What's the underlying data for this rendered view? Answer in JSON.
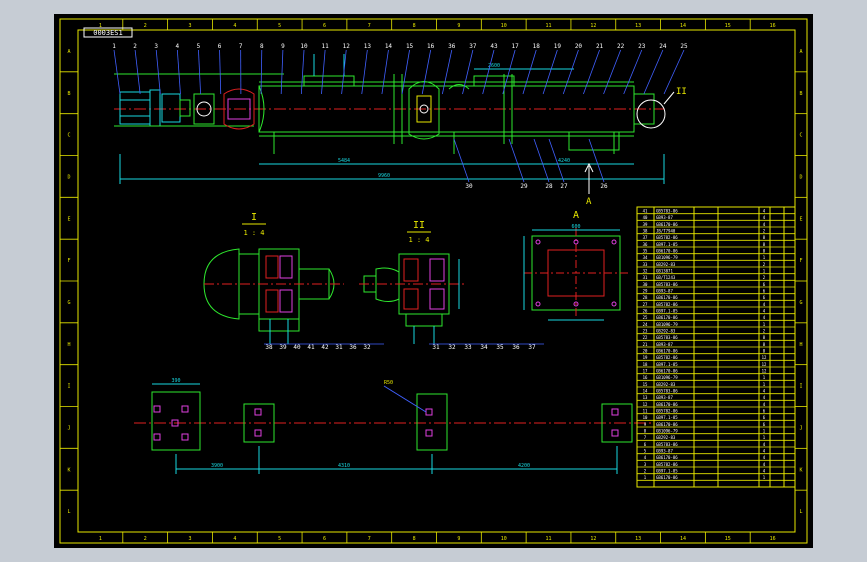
{
  "drawing": {
    "drawing_no": "0003ES1",
    "border_columns": [
      "1",
      "2",
      "3",
      "4",
      "5",
      "6",
      "7",
      "8",
      "9",
      "10",
      "11",
      "12",
      "13",
      "14",
      "15",
      "16"
    ],
    "border_rows": [
      "A",
      "B",
      "C",
      "D",
      "E",
      "F",
      "G",
      "H",
      "I",
      "J",
      "K",
      "L"
    ],
    "top_part_numbers": [
      "1",
      "2",
      "3",
      "4",
      "5",
      "6",
      "7",
      "8",
      "9",
      "10",
      "11",
      "12",
      "13",
      "14",
      "15",
      "16",
      "36",
      "37",
      "43",
      "17",
      "18",
      "19",
      "20",
      "21",
      "22",
      "23",
      "24",
      "25"
    ],
    "bottom_part_numbers": [
      "30",
      "29",
      "28",
      "27",
      "26"
    ],
    "detail_I_numbers": [
      "38",
      "39",
      "40",
      "41",
      "42",
      "31",
      "36",
      "32"
    ],
    "detail_II_numbers": [
      "31",
      "32",
      "33",
      "34",
      "35",
      "36",
      "37"
    ],
    "view_labels": {
      "detail_I": "I",
      "detail_I_scale": "1 : 4",
      "detail_II": "II",
      "detail_II_scale": "1 : 4",
      "view_A": "A",
      "arrow_A": "A",
      "callout_II": "II"
    },
    "dimensions": {
      "overall_length": "9960",
      "sub_length_1": "5484",
      "sub_length_2": "4240",
      "sub_length_3": "2600",
      "foot_spacing_1": "3900",
      "foot_spacing_2": "4310",
      "foot_spacing_3": "4200",
      "foot_width": "390",
      "flange_width": "600",
      "foot_note": "R50"
    },
    "title_block_rows": [
      {
        "no": "41",
        "name": "GB5783-86",
        "qty": "4"
      },
      {
        "no": "40",
        "name": "GB93-87",
        "qty": "4"
      },
      {
        "no": "39",
        "name": "GB6170-86",
        "qty": "4"
      },
      {
        "no": "38",
        "name": "JB/T7940",
        "qty": "2"
      },
      {
        "no": "37",
        "name": "GB5782-86",
        "qty": "8"
      },
      {
        "no": "36",
        "name": "GB97.1-85",
        "qty": "8"
      },
      {
        "no": "35",
        "name": "GB6170-86",
        "qty": "8"
      },
      {
        "no": "34",
        "name": "GB1096-79",
        "qty": "1"
      },
      {
        "no": "33",
        "name": "GB292-83",
        "qty": "2"
      },
      {
        "no": "32",
        "name": "GB13871",
        "qty": "1"
      },
      {
        "no": "31",
        "name": "GB/T1243",
        "qty": "2"
      },
      {
        "no": "30",
        "name": "GB5783-86",
        "qty": "6"
      },
      {
        "no": "29",
        "name": "GB93-87",
        "qty": "6"
      },
      {
        "no": "28",
        "name": "GB6170-86",
        "qty": "6"
      },
      {
        "no": "27",
        "name": "GB5782-86",
        "qty": "4"
      },
      {
        "no": "26",
        "name": "GB97.1-85",
        "qty": "4"
      },
      {
        "no": "25",
        "name": "GB6170-86",
        "qty": "4"
      },
      {
        "no": "24",
        "name": "GB1096-79",
        "qty": "1"
      },
      {
        "no": "23",
        "name": "GB292-83",
        "qty": "2"
      },
      {
        "no": "22",
        "name": "GB5783-86",
        "qty": "8"
      },
      {
        "no": "21",
        "name": "GB93-87",
        "qty": "8"
      },
      {
        "no": "20",
        "name": "GB6170-86",
        "qty": "8"
      },
      {
        "no": "19",
        "name": "GB5782-86",
        "qty": "12"
      },
      {
        "no": "18",
        "name": "GB97.1-85",
        "qty": "12"
      },
      {
        "no": "17",
        "name": "GB6170-86",
        "qty": "12"
      },
      {
        "no": "16",
        "name": "GB1096-79",
        "qty": "1"
      },
      {
        "no": "15",
        "name": "GB292-83",
        "qty": "1"
      },
      {
        "no": "14",
        "name": "GB5783-86",
        "qty": "4"
      },
      {
        "no": "13",
        "name": "GB93-87",
        "qty": "4"
      },
      {
        "no": "12",
        "name": "GB6170-86",
        "qty": "4"
      },
      {
        "no": "11",
        "name": "GB5782-86",
        "qty": "6"
      },
      {
        "no": "10",
        "name": "GB97.1-85",
        "qty": "6"
      },
      {
        "no": "9",
        "name": "GB6170-86",
        "qty": "6"
      },
      {
        "no": "8",
        "name": "GB1096-79",
        "qty": "1"
      },
      {
        "no": "7",
        "name": "GB292-83",
        "qty": "1"
      },
      {
        "no": "6",
        "name": "GB5783-86",
        "qty": "4"
      },
      {
        "no": "5",
        "name": "GB93-87",
        "qty": "4"
      },
      {
        "no": "4",
        "name": "GB6170-86",
        "qty": "4"
      },
      {
        "no": "3",
        "name": "GB5782-86",
        "qty": "4"
      },
      {
        "no": "2",
        "name": "GB97.1-85",
        "qty": "4"
      },
      {
        "no": "1",
        "name": "GB6170-86",
        "qty": "1"
      }
    ]
  },
  "colors": {
    "frame": "#e8e800",
    "outline": "#2ee82e",
    "dimension": "#18d8e0",
    "leader": "#4060ff",
    "center": "#e02020",
    "hidden": "#e040e0"
  }
}
